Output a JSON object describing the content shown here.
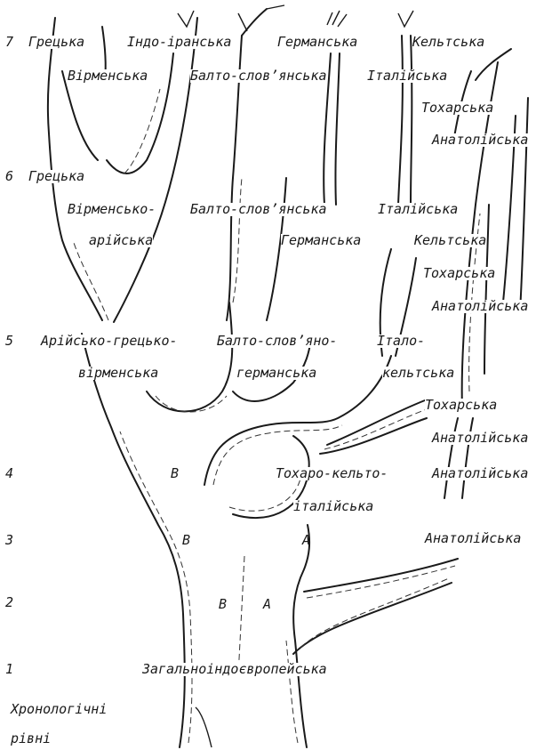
{
  "levels": [
    "7",
    "6",
    "5",
    "4",
    "3",
    "2",
    "1"
  ],
  "axis_caption": [
    "Хронологічні",
    "рівні"
  ],
  "labels": {
    "l7_greek": "Грецька",
    "l7_indoiran": "Індо-іранська",
    "l7_german": "Германська",
    "l7_celtic": "Кельтська",
    "l7_armenian": "Вірменська",
    "l7_baltoslav": "Балто-слов’янська",
    "l7_italic": "Італійська",
    "l7_tocharian": "Тохарська",
    "l7_anatolian": "Анатолійська",
    "l6_greek": "Грецька",
    "l6_armarian_1": "Вірменсько-",
    "l6_armarian_2": "арійська",
    "l6_baltoslav": "Балто-слов’янська",
    "l6_italic": "Італійська",
    "l6_german": "Германська",
    "l6_celtic": "Кельтська",
    "l6_tocharian": "Тохарська",
    "l6_anatolian": "Анатолійська",
    "l5_arygreek_1": "Арійсько-грецько-",
    "l5_arygreek_2": "вірменська",
    "l5_baltoslavger_1": "Балто-слов’яно-",
    "l5_baltoslavger_2": "германська",
    "l5_italoceltic_1": "Італо-",
    "l5_italoceltic_2": "кельтська",
    "l5_tocharian": "Тохарська",
    "l5_anatolian": "Анатолійська",
    "l4_tochcelt_1": "Тохаро-кельто-",
    "l4_tochcelt_2": "італійська",
    "l4_anatolian": "Анатолійська",
    "l3_anatolian": "Анатолійська",
    "l1_common": "Загальноіндоєвропейська"
  },
  "markers": {
    "b4": "B",
    "b3": "B",
    "a3": "A",
    "b2": "B",
    "a2": "A"
  }
}
